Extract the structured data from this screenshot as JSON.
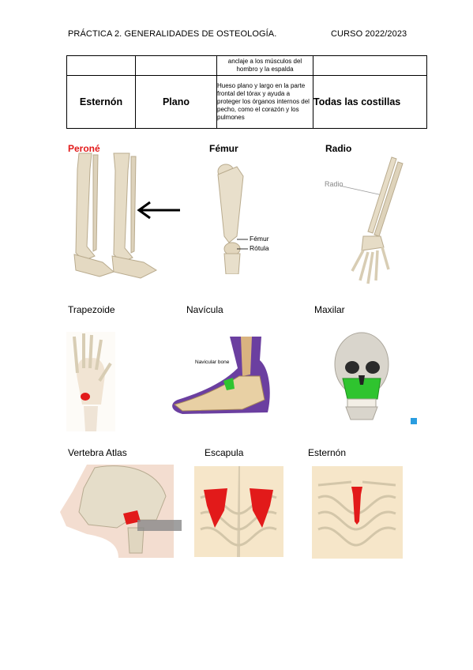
{
  "header": {
    "left": "PRÁCTICA 2.  GENERALIDADES DE OSTEOLOGÍA.",
    "right": "CURSO 2022/2023"
  },
  "table": {
    "row1": {
      "col1": "",
      "col2": "",
      "col3": "anclaje a los músculos del hombro y la espalda",
      "col4": ""
    },
    "row2": {
      "bone": "Esternón",
      "type": "Plano",
      "description": "Hueso plano y largo en la parte frontal del tórax y ayuda a proteger los órganos internos del pecho, como el corazón y los pulmones",
      "articulates": "Todas las costillas"
    }
  },
  "figures": {
    "perone": {
      "label": "Peroné"
    },
    "femur": {
      "label": "Fémur",
      "callouts": [
        "Fémur",
        "Rótula"
      ]
    },
    "radio": {
      "label": "Radio",
      "callout": "Radio"
    },
    "trapezoide": {
      "label": "Trapezoide"
    },
    "navicula": {
      "label": "Navícula",
      "callout": "Navicular bone"
    },
    "maxilar": {
      "label": "Maxilar"
    },
    "atlas": {
      "label": "Vertebra Atlas"
    },
    "escapula": {
      "label": "Escapula"
    },
    "esternon": {
      "label": "Esternón"
    }
  },
  "colors": {
    "highlight_red": "#e21a1a",
    "highlight_green": "#2fc42f",
    "bone": "#e8e0cf",
    "navicula_bg": "#6b3fa0"
  }
}
